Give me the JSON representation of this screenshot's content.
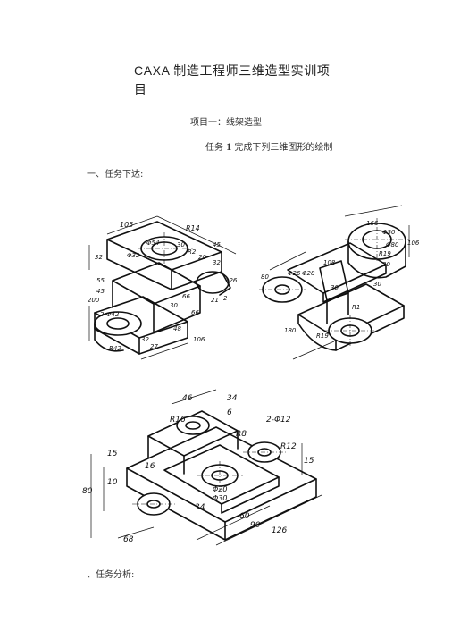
{
  "document": {
    "title": "CAXA 制造工程师三维造型实训项目",
    "project_heading": "项目一：线架造型",
    "task_heading_prefix": "任务",
    "task_number": "1",
    "task_heading_suffix": "完成下列三维图形的绘制",
    "section_1": "一、任务下达:",
    "section_2": "、任务分析:"
  },
  "drawings": {
    "drawing_1": {
      "dimensions": [
        "105",
        "R14",
        "Φ54",
        "Φ32",
        "30",
        "32",
        "R2",
        "20",
        "45",
        "55",
        "32",
        "45",
        "200",
        "66",
        "2-Φ42",
        "32",
        "R42",
        "66",
        "106",
        "48",
        "27",
        "21",
        "2",
        "126",
        "30"
      ]
    },
    "drawing_2": {
      "dimensions": [
        "166",
        "Φ50",
        "Φ80",
        "106",
        "R19",
        "20",
        "80",
        "Φ26",
        "Φ28",
        "108",
        "30",
        "30",
        "180",
        "R19",
        "R1"
      ]
    },
    "drawing_3": {
      "dimensions": [
        "46",
        "34",
        "R16",
        "6",
        "2-Φ12",
        "R8",
        "R12",
        "15",
        "15",
        "16",
        "10",
        "80",
        "Φ20",
        "Φ30",
        "34",
        "60",
        "90",
        "126",
        "68"
      ]
    }
  }
}
